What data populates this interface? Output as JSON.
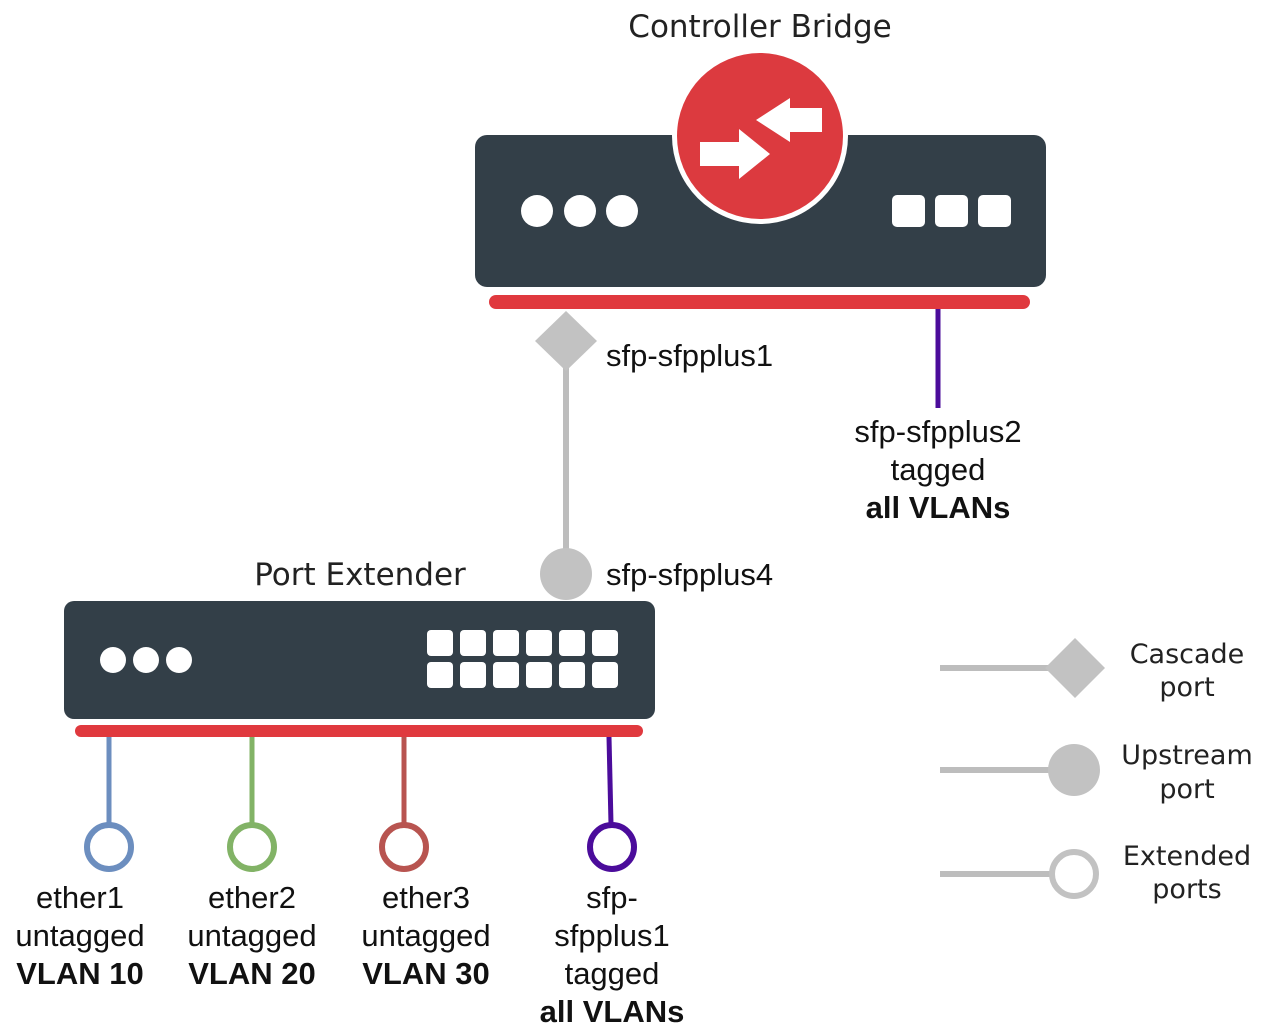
{
  "controller_bridge": {
    "title": "Controller Bridge"
  },
  "port_extender": {
    "title": "Port Extender"
  },
  "links": {
    "cascade_label": "sfp-sfpplus1",
    "upstream_label": "sfp-sfpplus4"
  },
  "controller_ports": {
    "sfp2": {
      "line1": "sfp-sfpplus2",
      "line2": "tagged",
      "line3": "all VLANs",
      "color": "#4b0c9b"
    }
  },
  "extender_ports": [
    {
      "line1": "ether1",
      "line2": "untagged",
      "line3": "VLAN 10",
      "color": "#6c8ebf"
    },
    {
      "line1": "ether2",
      "line2": "untagged",
      "line3": "VLAN 20",
      "color": "#82b366"
    },
    {
      "line1": "ether3",
      "line2": "untagged",
      "line3": "VLAN 30",
      "color": "#b85450"
    },
    {
      "line1": "sfp-",
      "line2": "sfpplus1",
      "line3": "tagged",
      "line4": "all VLANs",
      "color": "#4b0c9b"
    }
  ],
  "legend": {
    "cascade": {
      "line1": "Cascade",
      "line2": "port"
    },
    "upstream": {
      "line1": "Upstream",
      "line2": "port"
    },
    "extended": {
      "line1": "Extended",
      "line2": "ports"
    }
  },
  "colors": {
    "device_body": "#333f48",
    "bridge_bar": "#e0393e",
    "router_icon": "#dc3a3f",
    "link_gray": "#bdbdbd",
    "marker_gray": "#c2c2c2"
  }
}
